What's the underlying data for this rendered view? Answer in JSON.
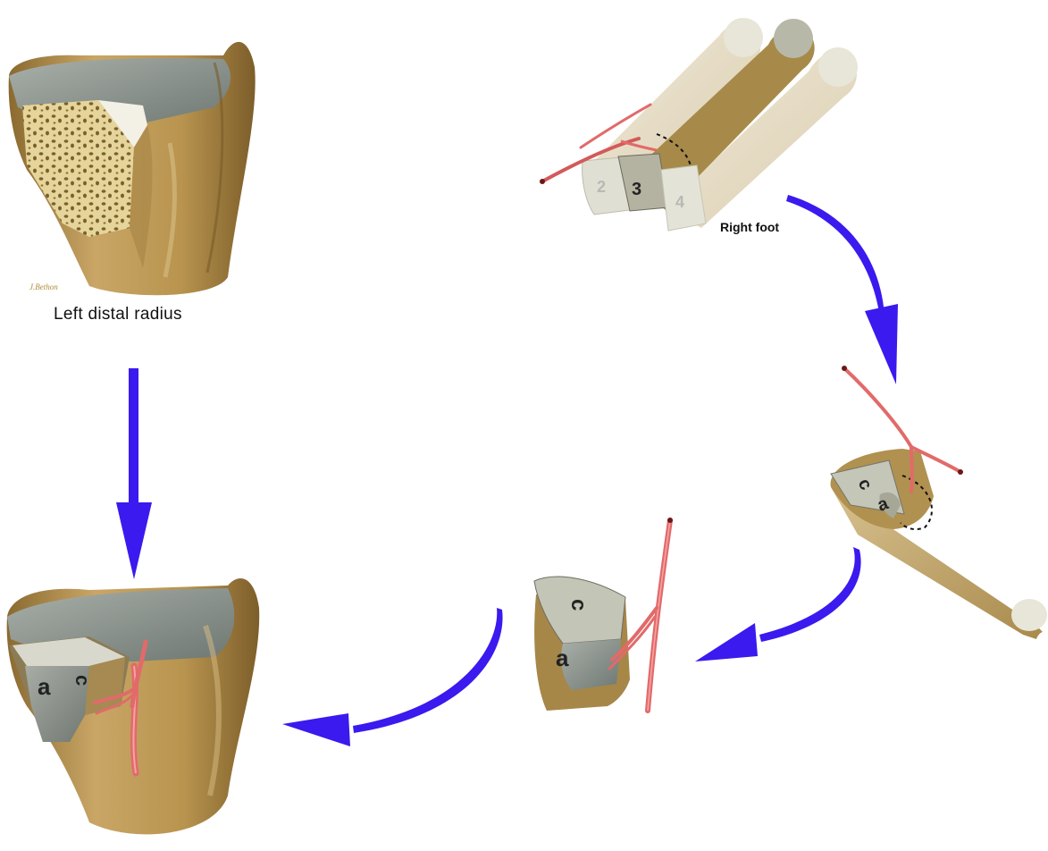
{
  "captions": {
    "radius": "Left distal radius",
    "foot": "Right foot",
    "signature": "J.Bethon"
  },
  "bone_labels": {
    "metatarsal_2": "2",
    "metatarsal_3": "3",
    "metatarsal_4": "4",
    "facet_c": "c",
    "facet_a": "a"
  },
  "colors": {
    "bone": "#c9a666",
    "bone_dark": "#9d7c3e",
    "bone_pale": "#e6dcc4",
    "cartilage": "#8e9690",
    "graft_face": "#c4c6b8",
    "vessel": "#e26a6a",
    "arrow": "#3a1aee"
  }
}
